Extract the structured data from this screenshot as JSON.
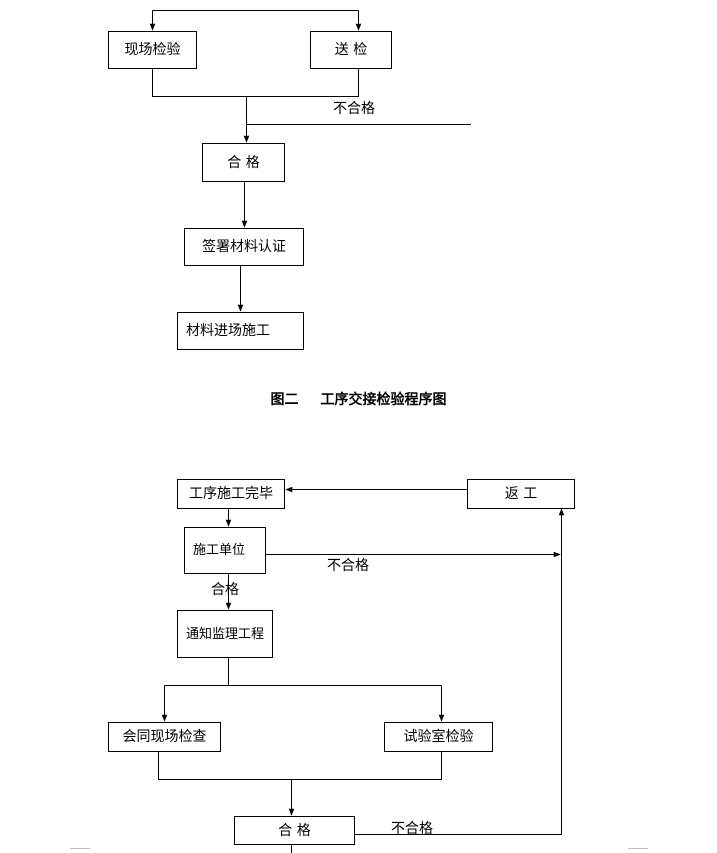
{
  "diagram1": {
    "boxes": {
      "onsite_inspection": "现场检验",
      "send_inspection": "送 检",
      "qualified": "合 格",
      "sign_certification": "签署材料认证",
      "material_entry": "材料进场施工"
    },
    "labels": {
      "unqualified": "不合格"
    }
  },
  "caption": {
    "figure_no": "图二",
    "title": "工序交接检验程序图"
  },
  "diagram2": {
    "boxes": {
      "process_complete": "工序施工完毕",
      "rework": "返 工",
      "construction_unit": "施工单位",
      "notify_supervisor": "通知监理工程",
      "joint_inspection": "会同现场检查",
      "lab_inspection": "试验室检验",
      "qualified": "合 格"
    },
    "labels": {
      "qualified_edge": "合格",
      "unqualified_1": "不合格",
      "unqualified_2": "不合格"
    }
  }
}
